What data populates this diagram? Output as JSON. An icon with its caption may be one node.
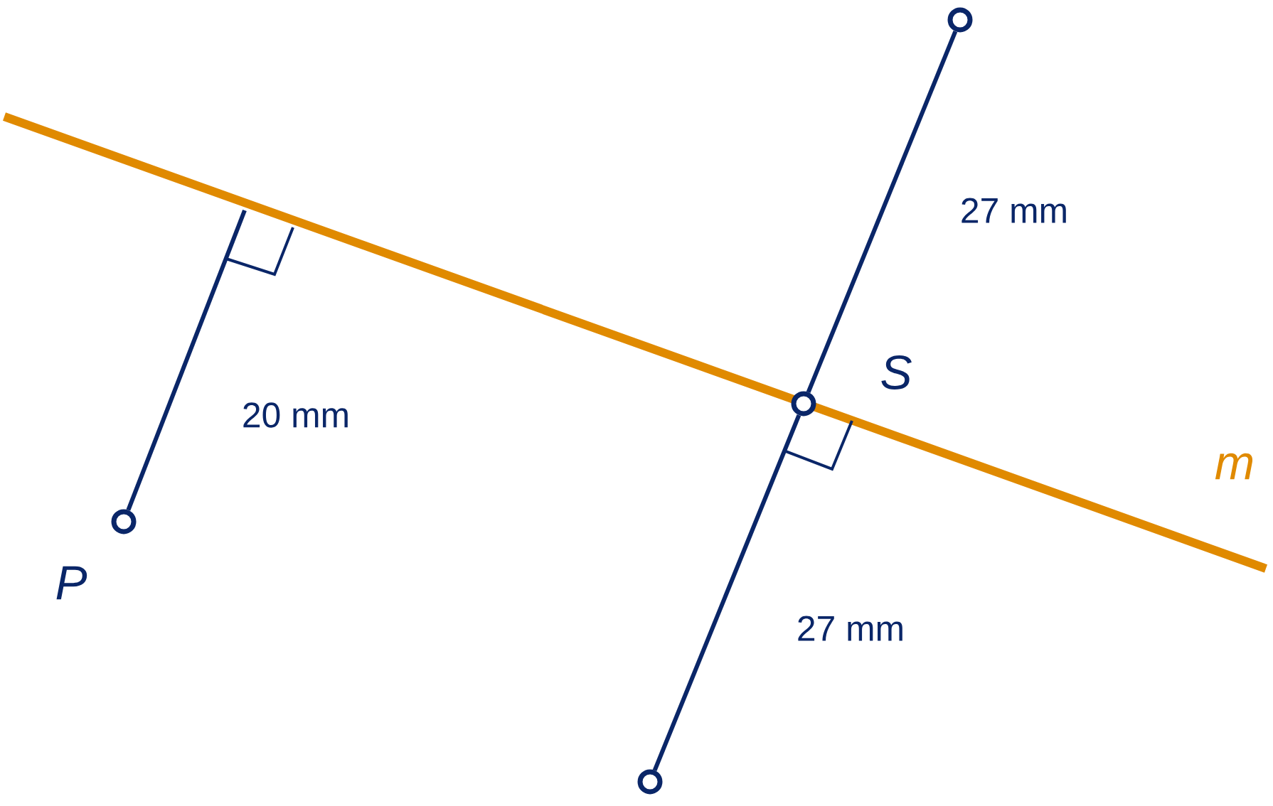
{
  "diagram": {
    "nodes": [
      {
        "text": [],
        "shape": "circle",
        "beside": [
          "P"
        ]
      },
      {
        "text": [],
        "shape": "circle"
      },
      {
        "text": [],
        "shape": "circle",
        "beside": [
          "S"
        ]
      },
      {
        "text": [],
        "shape": "circle"
      }
    ],
    "edges": [
      {
        "from": 1,
        "to": 2,
        "arrow": "none",
        "label": "27 mm"
      },
      {
        "from": 2,
        "to": 3,
        "arrow": "none",
        "label": "27 mm"
      },
      {
        "from": 0,
        "to": null,
        "arrow": "none",
        "label": "20 mm"
      }
    ],
    "labels": [
      "m"
    ]
  }
}
